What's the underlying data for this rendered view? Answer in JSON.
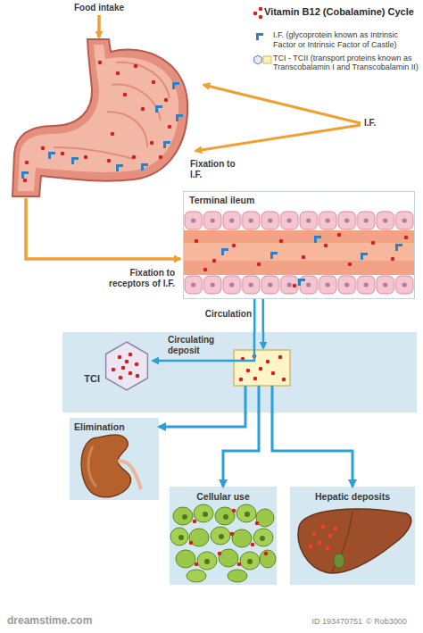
{
  "diagram": {
    "title": "Vitamin B12 (Cobalamine) Cycle",
    "nodes": [
      {
        "text": [
          "Terminal ileum"
        ]
      },
      {
        "text": [
          "Circulating deposit"
        ]
      },
      {
        "text": [
          "TCI"
        ],
        "in": 1
      },
      {
        "text": [
          "Elimination"
        ]
      },
      {
        "text": [
          "Cellular use"
        ]
      },
      {
        "text": [
          "Hepatic deposits"
        ]
      }
    ],
    "edges": [
      {
        "from": 0,
        "to": 1,
        "label": "Circulation",
        "arrow": "none"
      },
      {
        "from": 1,
        "to": 3,
        "arrow": "to"
      },
      {
        "from": 1,
        "to": 4,
        "arrow": "to"
      },
      {
        "from": 1,
        "to": 5,
        "arrow": "to"
      }
    ],
    "labels": [
      "Food intake",
      "I.F.",
      "Fixation to I.F.",
      "Fixation to receptors of I.F.",
      "dreamstime.com",
      "ID 193470751",
      "© Rob3000"
    ],
    "legend": [
      {
        "text": "I.F. (glycoprotein known as Intrinsic Factor or Intrinsic Factor of Castle)"
      },
      {
        "text": "TCI - TCII (transport proteins known as Transcobalamin I and Transcobalamin II)"
      }
    ]
  }
}
